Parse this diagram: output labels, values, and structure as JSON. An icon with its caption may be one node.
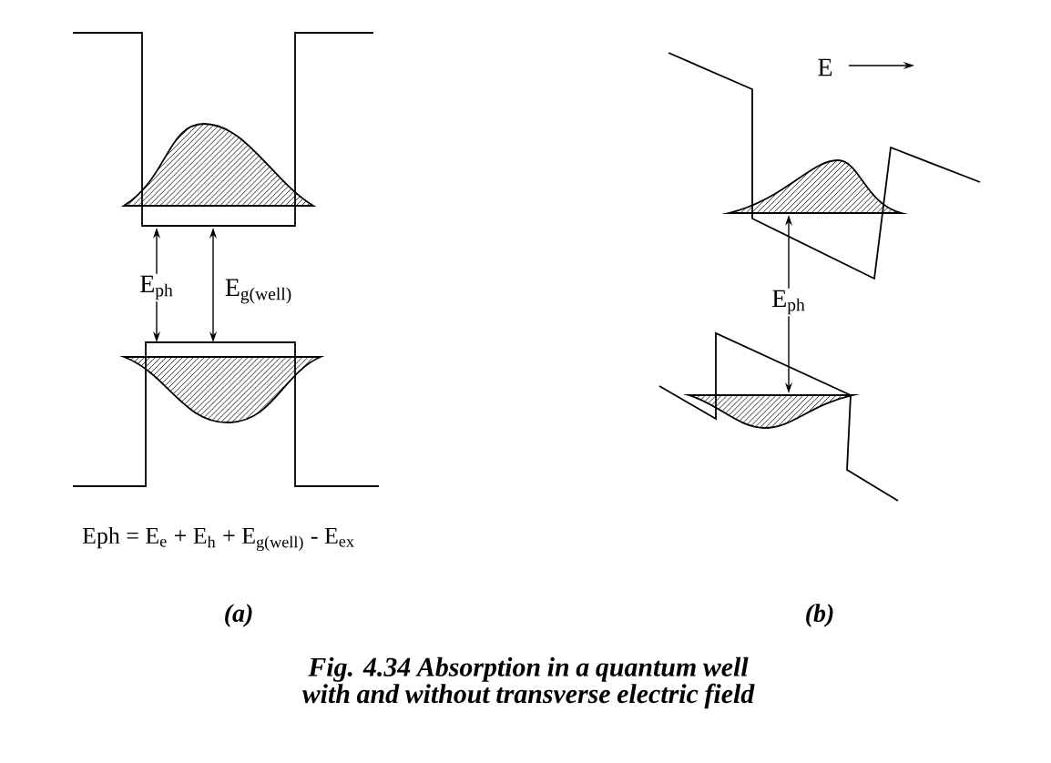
{
  "diagram": {
    "caption": "Fig. 4.34 Absorption in a quantum well with and without transverse electric field",
    "labels": [
      "E",
      "E$_{ph}$",
      "E$_{g(well)}$",
      "E$_{ph}$",
      "Eph = E$_{e}$ + E$_{h}$ + E$_{g(well)}$ - E$_{ex}$",
      "(a)",
      "(b)"
    ]
  }
}
